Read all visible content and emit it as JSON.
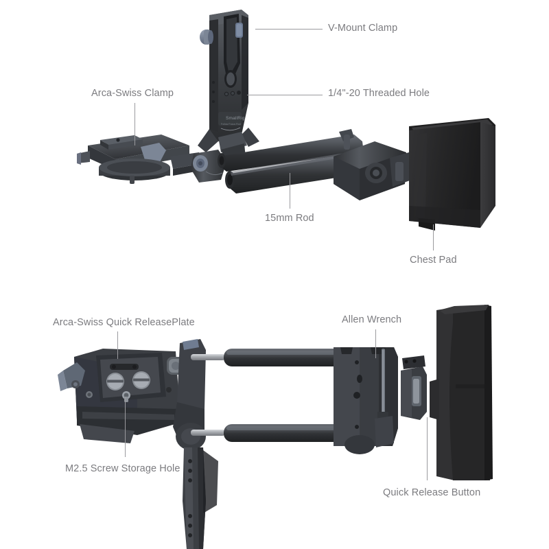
{
  "page": {
    "background_color": "#ffffff",
    "label_color": "#7b7b7f",
    "leader_color": "#9a9a9e",
    "brand_mark": "SmallRig"
  },
  "views": [
    {
      "id": "upper",
      "name": "three-quarter-assembled-view"
    },
    {
      "id": "lower",
      "name": "side-profile-view"
    }
  ],
  "annotations": {
    "upper": [
      {
        "key": "v_mount_clamp",
        "label": "V-Mount Clamp",
        "leader": "horizontal"
      },
      {
        "key": "threaded_hole",
        "label": "1/4\"-20 Threaded Hole",
        "leader": "horizontal"
      },
      {
        "key": "arca_swiss_clamp",
        "label": "Arca-Swiss Clamp",
        "leader": "vertical"
      },
      {
        "key": "rod_15mm",
        "label": "15mm Rod",
        "leader": "vertical"
      },
      {
        "key": "chest_pad",
        "label": "Chest Pad",
        "leader": "vertical"
      }
    ],
    "lower": [
      {
        "key": "arca_swiss_qr_plate",
        "label": "Arca-Swiss Quick ReleasePlate",
        "leader": "vertical"
      },
      {
        "key": "m25_screw_hole",
        "label": "M2.5 Screw Storage Hole",
        "leader": "vertical"
      },
      {
        "key": "allen_wrench",
        "label": "Allen Wrench",
        "leader": "vertical"
      },
      {
        "key": "quick_release_btn",
        "label": "Quick Release Button",
        "leader": "vertical"
      }
    ]
  },
  "colors": {
    "body_dark": "#3a3c40",
    "body_mid": "#4a4d52",
    "body_light": "#5d6167",
    "body_highlight": "#6e7379",
    "accent_blue_gray": "#7c8696",
    "accent_blue": "#6a7890",
    "chrome": "#b9bcc0",
    "pad_black": "#262626",
    "pad_black_side": "#323234",
    "pad_edge": "#1d1d1e"
  }
}
